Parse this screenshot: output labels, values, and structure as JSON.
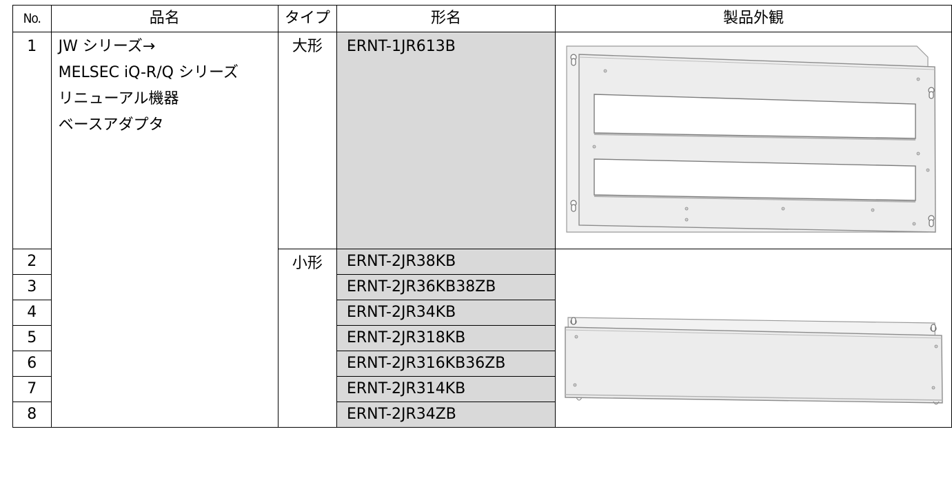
{
  "headers": [
    "No.",
    "品名",
    "タイプ",
    "形名",
    "製品外観"
  ],
  "product_name_lines": [
    "JW シリーズ→",
    "MELSEC iQ-R/Q シリーズ",
    "リニューアル機器",
    "ベースアダプタ"
  ],
  "rows": [
    {
      "no": "1",
      "type": "大形",
      "model": "ERNT-1JR613B"
    },
    {
      "no": "2",
      "type": "小形",
      "model": "ERNT-2JR38KB"
    },
    {
      "no": "3",
      "type": "",
      "model": "ERNT-2JR36KB38ZB"
    },
    {
      "no": "4",
      "type": "",
      "model": "ERNT-2JR34KB"
    },
    {
      "no": "5",
      "type": "",
      "model": "ERNT-2JR318KB"
    },
    {
      "no": "6",
      "type": "",
      "model": "ERNT-2JR316KB36ZB"
    },
    {
      "no": "7",
      "type": "",
      "model": "ERNT-2JR314KB"
    },
    {
      "no": "8",
      "type": "",
      "model": "ERNT-2JR34ZB"
    }
  ],
  "colors": {
    "model_cell_bg": "#d9d9d9",
    "plate_fill": "#efefef",
    "plate_stroke": "#9a9a9a"
  }
}
